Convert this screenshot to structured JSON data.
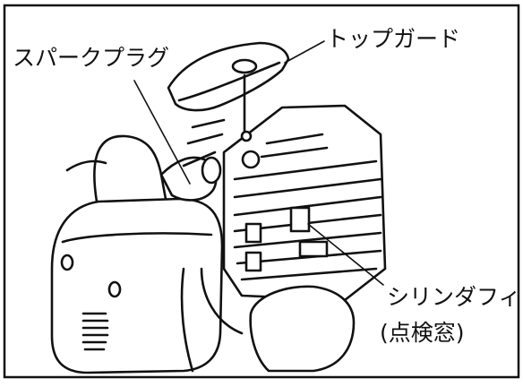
{
  "labels": {
    "spark_plug": "スパークプラグ",
    "top_guard": "トップガード",
    "cylinder_fin": "シリンダフィン",
    "inspection_window": "(点検窓)"
  }
}
